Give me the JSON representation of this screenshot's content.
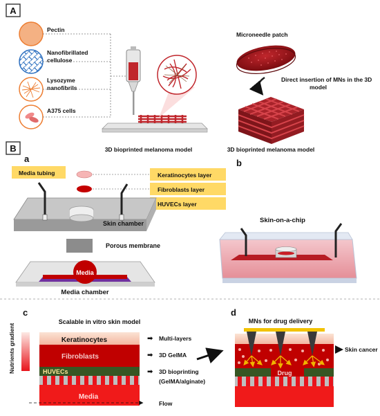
{
  "panel_A": {
    "label": "A",
    "materials": [
      {
        "line1": "Pectin",
        "line2": ""
      },
      {
        "line1": "Nanofibrillated",
        "line2": "cellulose"
      },
      {
        "line1": "Lysozyme",
        "line2": "nanofibrils"
      },
      {
        "line1": "A375 cells",
        "line2": ""
      }
    ],
    "printer_caption": "3D bioprinted melanoma model",
    "patch_label": "Microneedle patch",
    "insertion_line1": "Direct insertion of MNs in the 3D",
    "insertion_line2": "model",
    "model_caption": "3D bioprinted  melanoma model"
  },
  "panel_B": {
    "label": "B",
    "sub_a": "a",
    "sub_b": "b",
    "sub_c": "c",
    "sub_d": "d",
    "media_tubing": "Media tubing",
    "layers": [
      "Keratinocytes  layer",
      "Fibroblasts  layer",
      "HUVECs layer"
    ],
    "skin_chamber": "Skin chamber",
    "porous_membrane": "Porous membrane",
    "media": "Media",
    "media_chamber": "Media chamber",
    "skin_on_chip": "Skin-on-a-chip",
    "c_title": "Scalable in vitro skin model",
    "nutrients_gradient": "Nutrients gradient",
    "stack": {
      "keratinocytes": "Keratinocytes",
      "fibroblasts": "Fibroblasts",
      "huvecs": "HUVECs",
      "media": "Media"
    },
    "features": [
      "Multi-layers",
      "3D GelMA",
      "3D bioprinting",
      "(GelMA/alginate)",
      "Flow"
    ],
    "d_title": "MNs for drug delivery",
    "skin_cancer": "Skin cancer",
    "drug": "Drug"
  },
  "colors": {
    "yellow_label": "#FFD966",
    "red": "#C00000",
    "dark_red": "#A50F15",
    "green": "#375623",
    "pectin": "#F4B183"
  }
}
